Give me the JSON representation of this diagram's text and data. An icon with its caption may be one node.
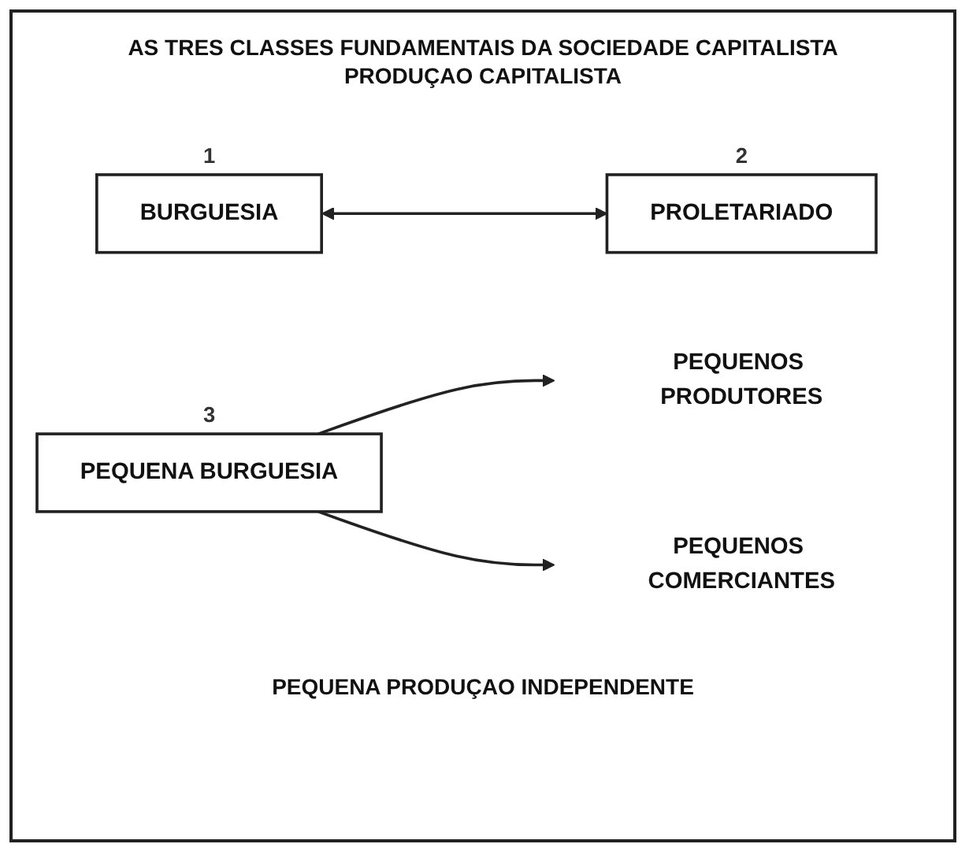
{
  "diagram": {
    "title": "AS TRES CLASSES FUNDAMENTAIS DA SOCIEDADE CAPITALISTA",
    "nodes": [
      {
        "text": [
          "BURGUESIA"
        ],
        "beside": [
          "1"
        ]
      },
      {
        "text": [
          "PROLETARIADO"
        ],
        "beside": [
          "2"
        ]
      },
      {
        "text": [
          "PEQUENA BURGUESIA"
        ],
        "beside": [
          "3"
        ]
      },
      {
        "text": [
          "PEQUENOS PRODUTORES"
        ]
      },
      {
        "text": [
          "PEQUENOS COMERCIANTES"
        ]
      }
    ],
    "edges": [
      {
        "from": 0,
        "to": 1,
        "arrow": "both"
      },
      {
        "from": 2,
        "to": 3,
        "arrow": "to"
      },
      {
        "from": 2,
        "to": 4,
        "arrow": "to"
      }
    ],
    "labels": [
      "PRODUÇAO CAPITALISTA",
      "PEQUENA PRODUÇAO INDEPENDENTE"
    ]
  }
}
